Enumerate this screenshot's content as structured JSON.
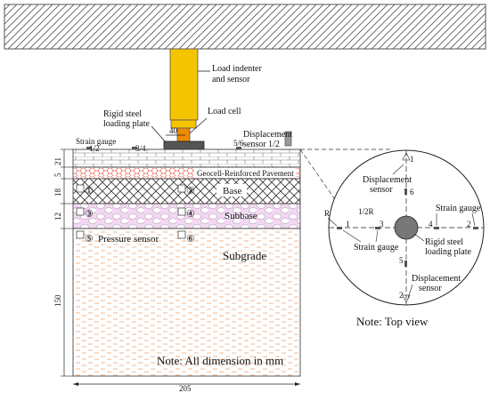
{
  "labels": {
    "load_indenter": [
      "Load indenter",
      "and sensor"
    ],
    "load_cell": "Load cell",
    "rigid_plate": [
      "Rigid steel",
      "loading plate"
    ],
    "plate_width": "40",
    "strain_gauge": "Strain gauge",
    "gauge_12": "1/2",
    "gauge_34": "3/4",
    "gauge_56": "5/6",
    "displacement_sensor": [
      "Displacement",
      "sensor 1/2"
    ],
    "geocell_layer": "Geocell-Reinforced Pavement",
    "base": "Base",
    "subbase": "Subbase",
    "subgrade": "Subgrade",
    "pressure_sensor": "Pressure sensor",
    "note": "Note: All dimension in mm",
    "width_dim": "205",
    "dims": [
      "21",
      "5",
      "18",
      "12",
      "150"
    ],
    "sensor_numbers": [
      "①",
      "②",
      "③",
      "④",
      "⑤",
      "⑥"
    ]
  },
  "top_view": {
    "displacement_sensor_top": [
      "Displacement",
      "sensor"
    ],
    "displacement_sensor_bottom": [
      "Displacement",
      "sensor"
    ],
    "strain_gauge_right": "Strain gauge",
    "strain_gauge_left": "Strain gauge",
    "rigid_plate": [
      "Rigid steel",
      "loading plate"
    ],
    "radius": "R",
    "half_radius": "1/2R",
    "marks": {
      "top": "1",
      "six": "6",
      "left_one": "1",
      "three": "3",
      "four": "4",
      "right_two": "2",
      "five": "5",
      "bottom": "2"
    },
    "note": "Note: Top view"
  },
  "colors": {
    "indenter": "#f5c400",
    "load_cell": "#f08a00",
    "geocell": "#e86a5a",
    "subgrade_dash": "#e8a070",
    "subbase_fill": "#f2d8f2",
    "plate": "#555555"
  }
}
